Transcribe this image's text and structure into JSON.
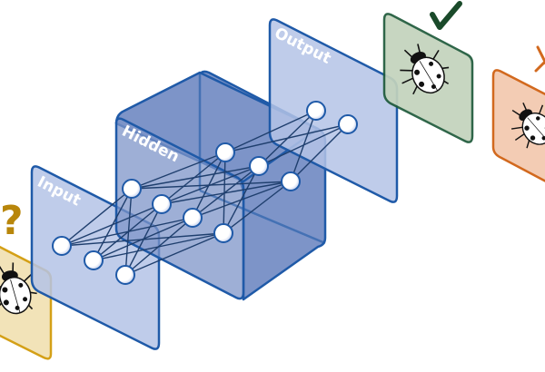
{
  "layers": {
    "input_label": "Input",
    "hidden_label": "Hidden",
    "output_label": "Output"
  },
  "icons": {
    "unknown": "question-mark-icon",
    "correct": "checkmark-icon",
    "wrong": "cross-icon",
    "insect": "ladybug-icon"
  },
  "colors": {
    "panel_fill": "#b4c3e6",
    "panel_stroke": "#1f5aa8",
    "hidden_fill": "#7d94c8",
    "input_card": "#f2e3b8",
    "input_card_stroke": "#d4a017",
    "correct_card": "#c3d3bc",
    "correct_card_stroke": "#1e5a3a",
    "wrong_card": "#f3ccb4",
    "wrong_card_stroke": "#d2691e",
    "question_mark": "#b8860b",
    "checkmark": "#1a4a2a",
    "cross": "#d2691e"
  }
}
